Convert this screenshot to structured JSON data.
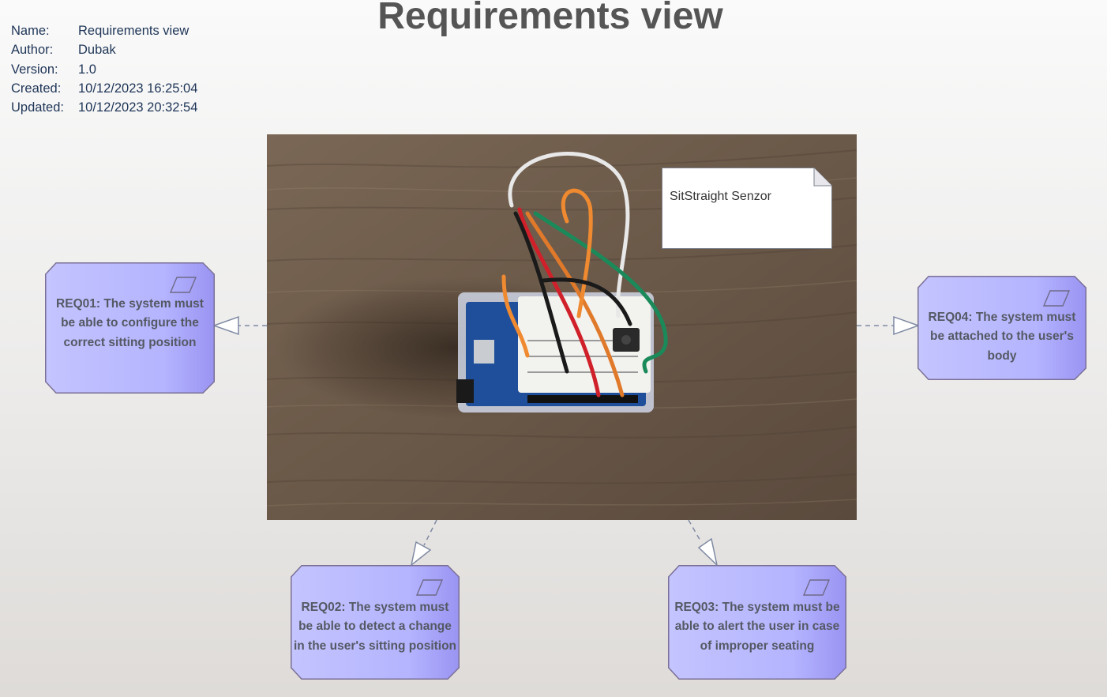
{
  "diagram": {
    "title": "Requirements view",
    "metadata": [
      {
        "label": "Name:",
        "value": "Requirements view"
      },
      {
        "label": "Author:",
        "value": "Dubak"
      },
      {
        "label": "Version:",
        "value": "1.0"
      },
      {
        "label": "Created:",
        "value": "10/12/2023 16:25:04"
      },
      {
        "label": "Updated:",
        "value": "10/12/2023 20:32:54"
      }
    ],
    "note": "SitStraight Senzor",
    "requirements": [
      {
        "id": "REQ01",
        "lines": [
          "REQ01: The system must",
          "be able to configure the",
          "correct sitting position"
        ]
      },
      {
        "id": "REQ02",
        "lines": [
          "REQ02: The system must",
          "be able to detect a change",
          "in the user's sitting position"
        ]
      },
      {
        "id": "REQ03",
        "lines": [
          "REQ03: The system must be",
          "able to alert the user in case",
          "of improper seating"
        ]
      },
      {
        "id": "REQ04",
        "lines": [
          "REQ04: The system must",
          "be attached to the user's",
          "body"
        ]
      }
    ],
    "colors": {
      "requirement_fill": "#b4b4ff",
      "requirement_border": "#7a6f96",
      "title": "#555555",
      "metadata_text": "#1e3557",
      "connector": "#7f8aa3"
    },
    "icons": {
      "requirement": "parallelogram-icon",
      "note": "folded-corner-note"
    }
  }
}
